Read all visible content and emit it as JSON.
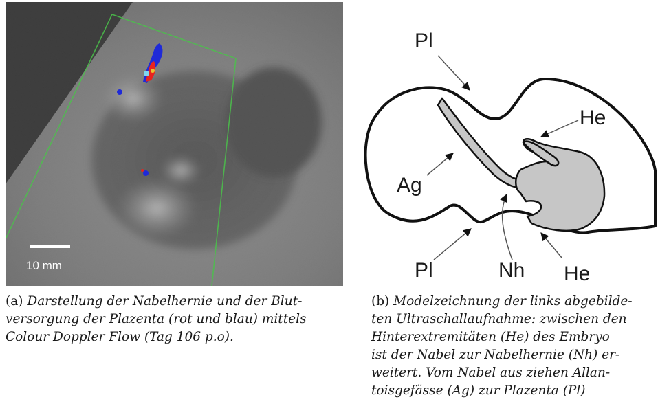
{
  "panel_a": {
    "scale_label": "10 mm",
    "caption_label": "(a)",
    "caption_lines": [
      "Darstellung der Nabelhernie und der Blut-",
      "versorgung der Plazenta (rot und blau) mittels",
      "Colour Doppler Flow (Tag 106 p.o)."
    ]
  },
  "panel_b": {
    "labels": {
      "pl_top": "Pl",
      "he_top": "He",
      "ag": "Ag",
      "pl_bottom": "Pl",
      "nh": "Nh",
      "he_bottom": "He"
    },
    "caption_label": "(b)",
    "caption_lines": [
      "Modelzeichnung der links abgebilde-",
      "ten Ultraschallaufnahme: zwischen den",
      "Hinterextremitäten (He) des Embryo",
      "ist der Nabel zur Nabelhernie (Nh) er-",
      "weitert. Vom Nabel aus ziehen Allan-",
      "toisgefässe (Ag) zur Plazenta (Pl)"
    ],
    "colors": {
      "outline": "#111111",
      "fill": "#c6c6c6"
    }
  },
  "doppler_colors": {
    "red": "#e8231f",
    "blue": "#1f2ad8",
    "green_roi": "#4ac24a"
  }
}
